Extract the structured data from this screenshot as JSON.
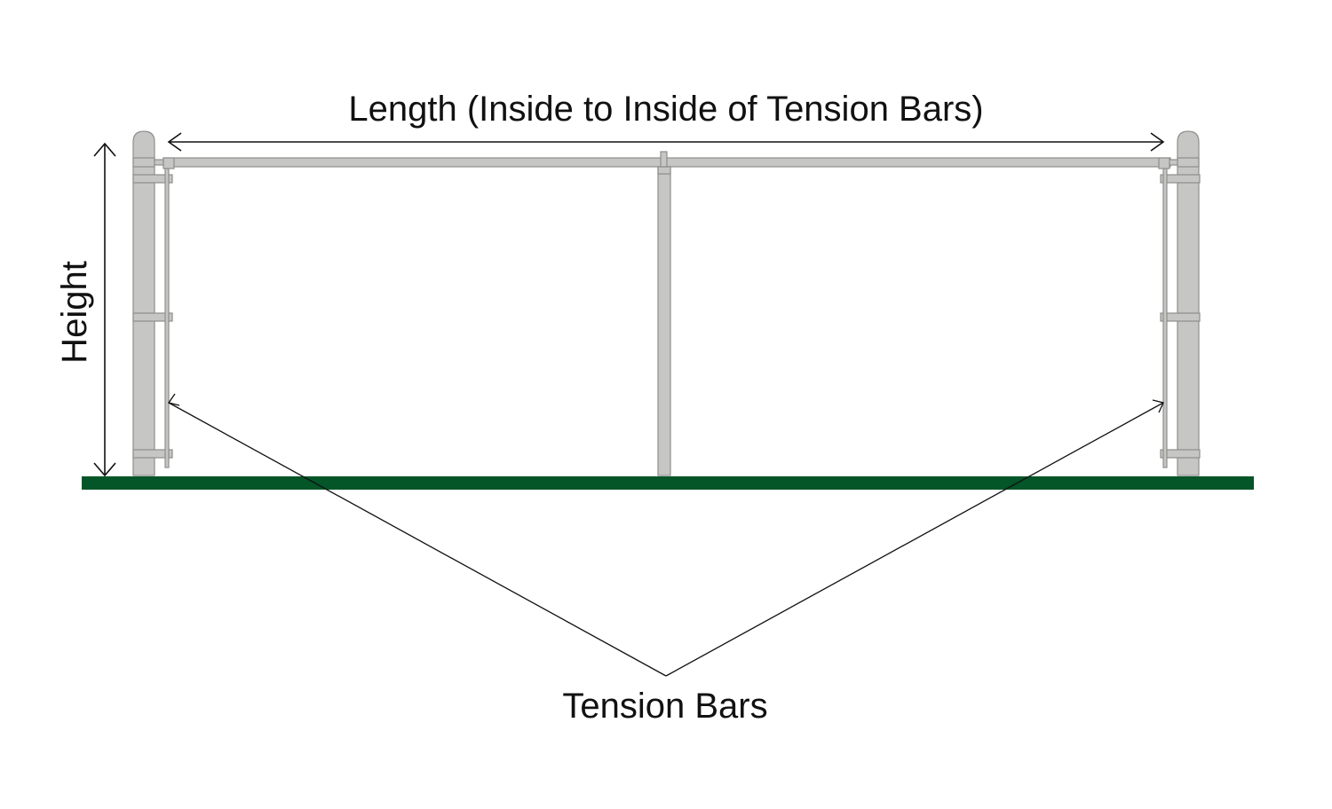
{
  "labels": {
    "length": "Length (Inside to Inside of Tension Bars)",
    "height": "Height",
    "tension_bars": "Tension Bars"
  },
  "colors": {
    "ground": "#045528",
    "metal": "#c6c6c4",
    "metal_edge": "#8e8e8c",
    "line": "#111111",
    "background": "#ffffff"
  }
}
